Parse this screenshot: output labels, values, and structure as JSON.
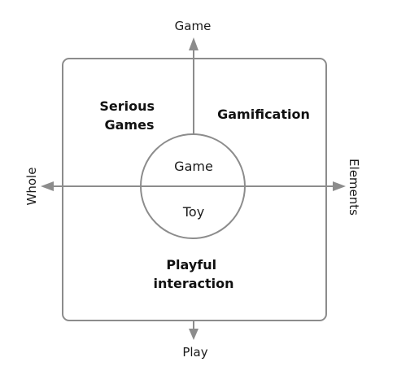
{
  "axes": {
    "top": "Game",
    "bottom": "Play",
    "left": "Whole",
    "right": "Elements"
  },
  "quadrants": {
    "top_left": [
      "Serious",
      "Games"
    ],
    "top_right": "Gamification",
    "bottom": [
      "Playful",
      "interaction"
    ]
  },
  "circle": {
    "upper": "Game",
    "lower": "Toy"
  },
  "colors": {
    "line": "#8c8c8c",
    "text": "#1a1a1a"
  }
}
